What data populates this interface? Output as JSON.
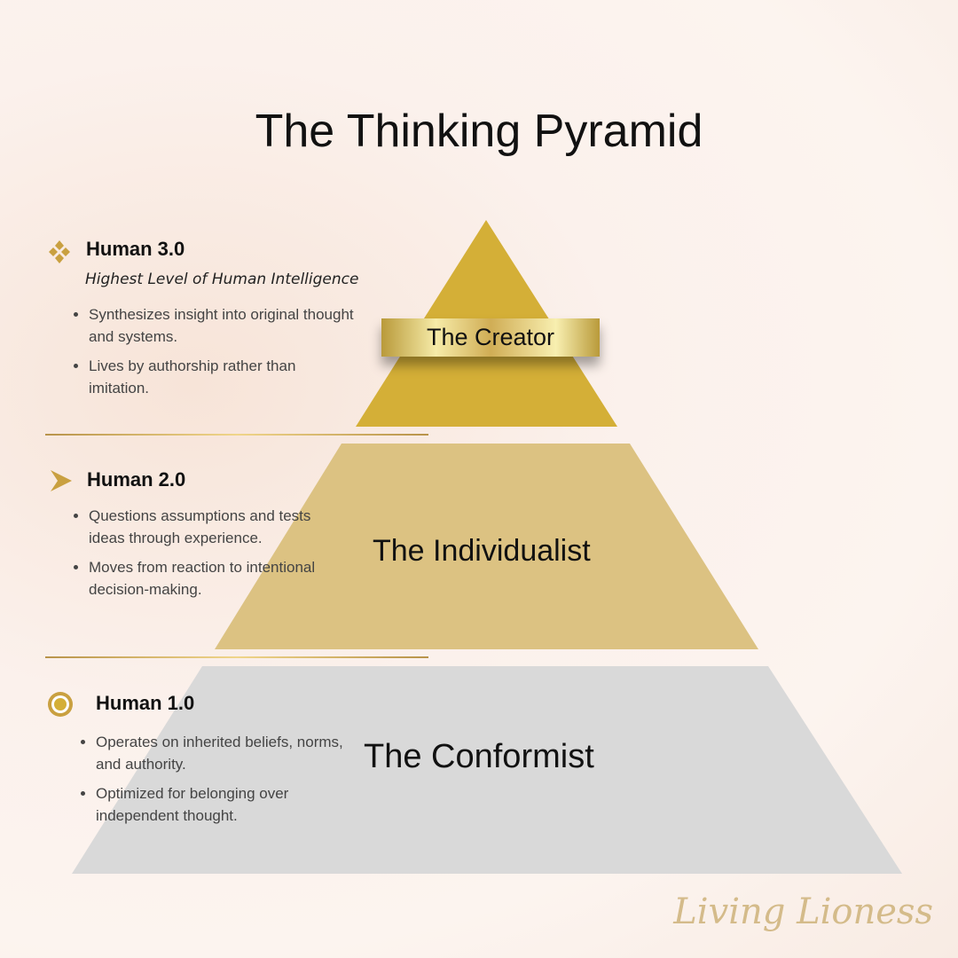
{
  "title": "The Thinking Pyramid",
  "levels": [
    {
      "heading": "Human 3.0",
      "subtitle": "Highest Level of Human Intelligence",
      "label": "The Creator",
      "bullets": [
        "Synthesizes insight into original thought and systems.",
        "Lives by authorship rather than imitation."
      ],
      "color": "#d4af37"
    },
    {
      "heading": "Human 2.0",
      "label": "The Individualist",
      "bullets": [
        "Questions assumptions and tests ideas through experience.",
        "Moves from reaction to intentional decision-making."
      ],
      "color": "#dcc282"
    },
    {
      "heading": "Human 1.0",
      "label": "The Conformist",
      "bullets": [
        "Operates on inherited beliefs, norms, and authority.",
        "Optimized for belonging over independent thought."
      ],
      "color": "#d9d9d9"
    }
  ],
  "signature": "Living Lioness"
}
